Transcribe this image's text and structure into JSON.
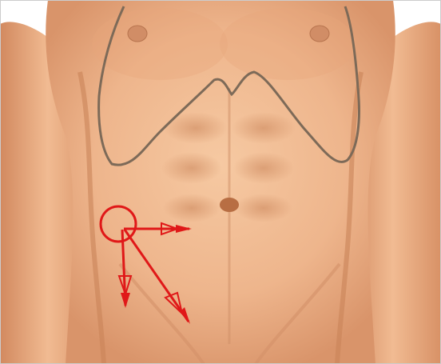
{
  "figure": {
    "subject": "torso-anatomy-illustration",
    "colors": {
      "background": "#ffffff",
      "skin_light": "#f6c9a2",
      "skin_mid": "#e8a77b",
      "skin_dark": "#c98358",
      "organ_outline": "#7d6a58",
      "annotation": "#e01818"
    },
    "annotation": {
      "marker": "circle-with-radiating-arrows",
      "arrow_count": 3
    }
  }
}
